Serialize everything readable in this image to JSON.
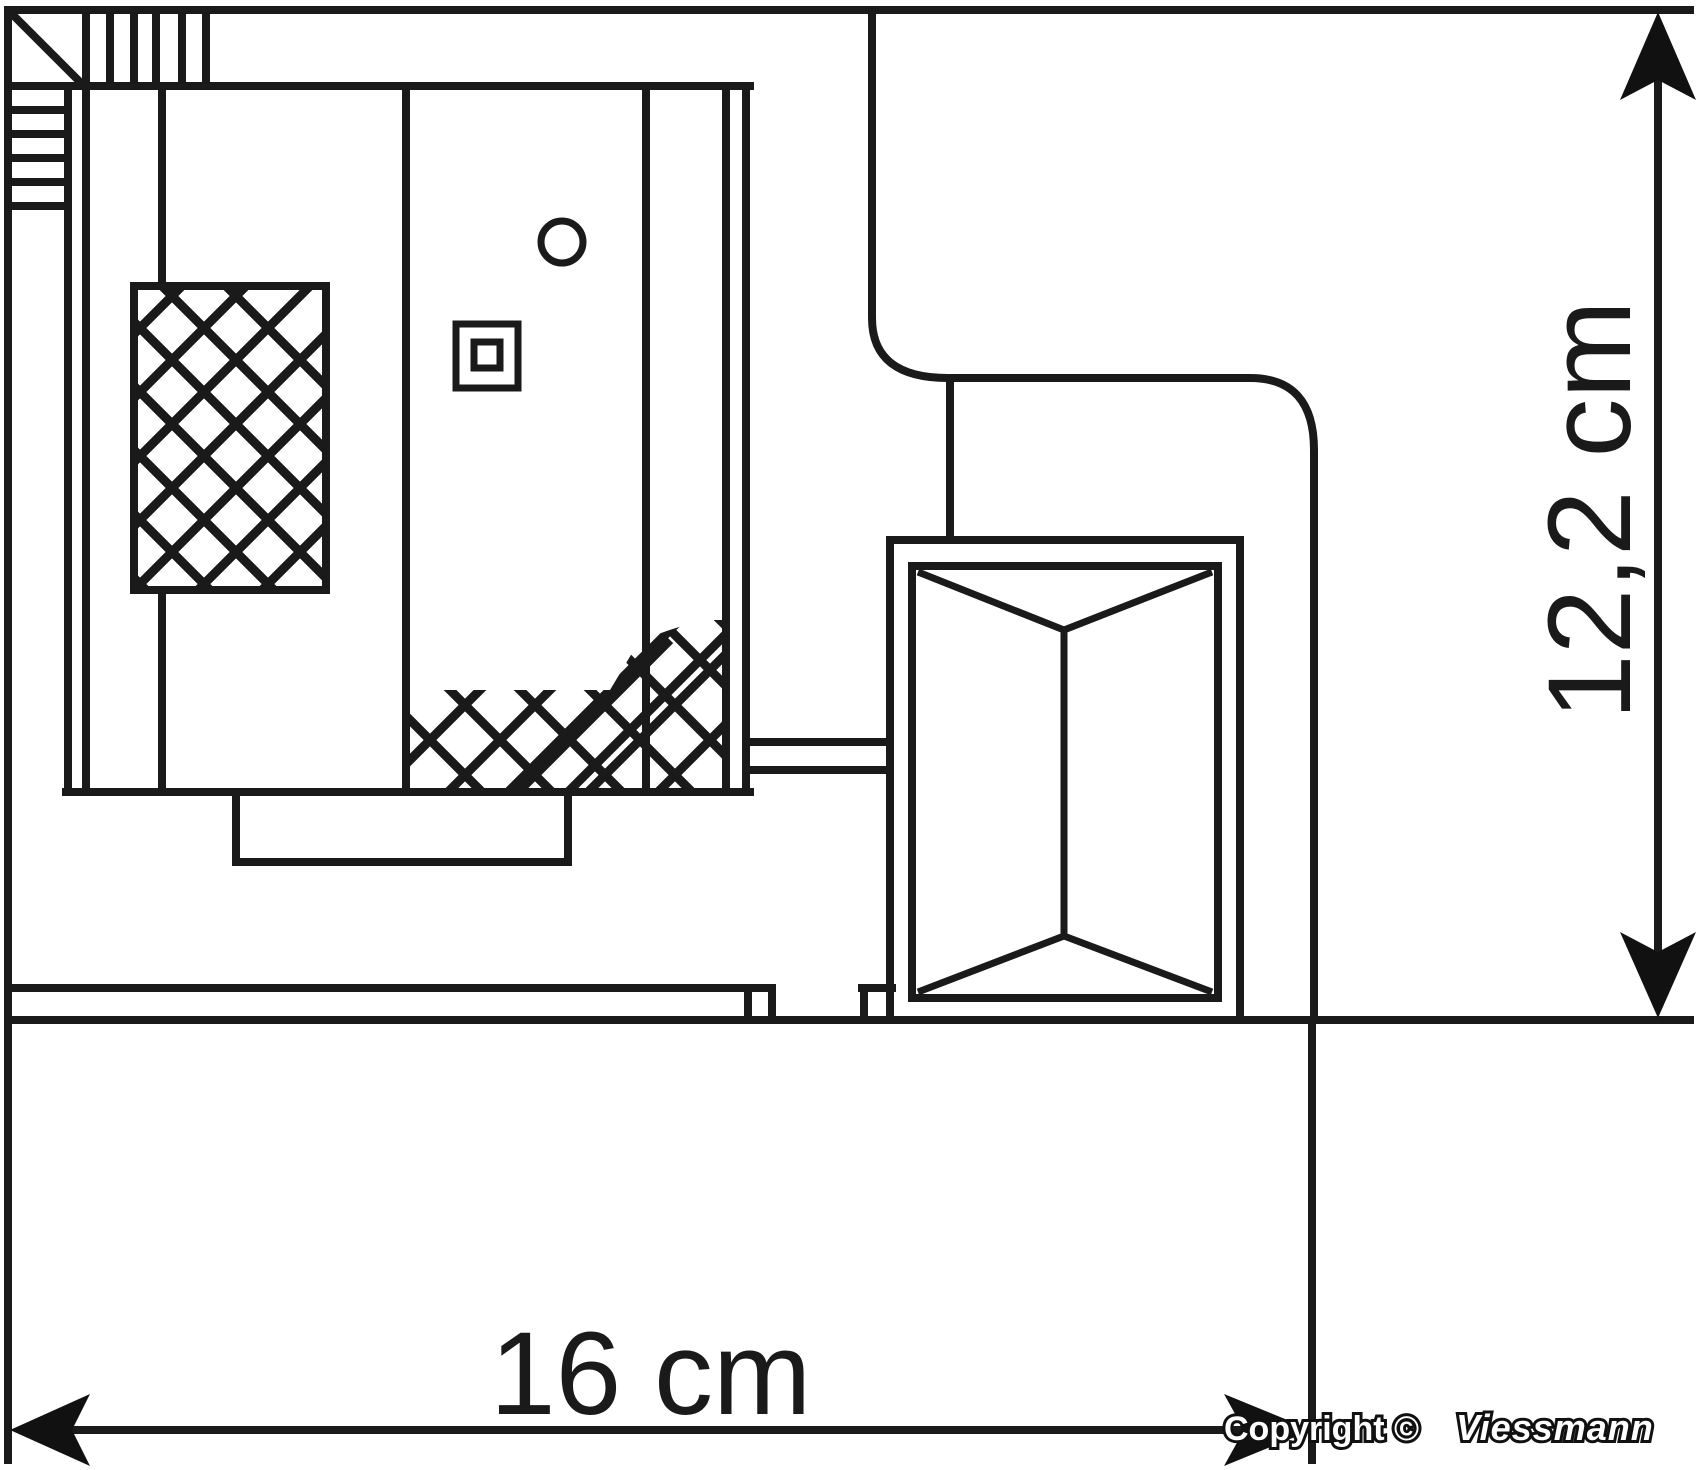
{
  "drawing": {
    "type": "dimensioned plan view",
    "subject": "model building layout with hatched windows and doorway"
  },
  "dimensions": {
    "width_label": "16 cm",
    "height_label": "12,2 cm",
    "width_value": 16,
    "height_value": 12.2,
    "unit": "cm"
  },
  "footer": {
    "copyright_label": "Copyright ©",
    "brand_label": "Viessmann"
  },
  "colors": {
    "line": "#1a1a1a",
    "background": "#ffffff"
  }
}
